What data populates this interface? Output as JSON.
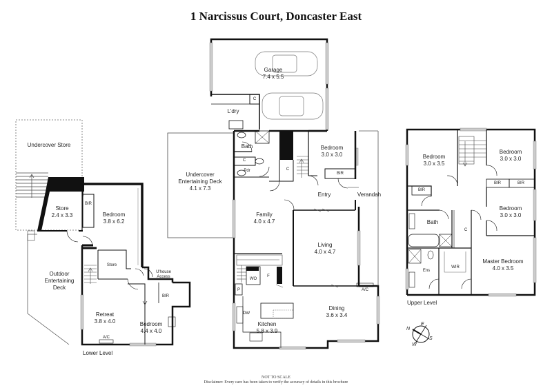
{
  "title": "1 Narcissus Court, Doncaster East",
  "levels": {
    "lower": "Lower Level",
    "upper": "Upper Level"
  },
  "rooms": {
    "undercover_store": {
      "name": "Undercover Store"
    },
    "store_lower": {
      "name": "Store",
      "size": "2.4 x 3.3"
    },
    "bedroom_lower_1": {
      "name": "Bedroom",
      "size": "3.8 x 6.2"
    },
    "bir_lower_1": {
      "name": "BIR"
    },
    "outdoor_deck": {
      "name": "Outdoor Entertaining Deck"
    },
    "store_small": {
      "name": "Store"
    },
    "uhouse_access": {
      "name": "U'house Access"
    },
    "retreat": {
      "name": "Retreat",
      "size": "3.8 x 4.0"
    },
    "ac_lower": {
      "name": "A/C"
    },
    "bedroom_lower_2": {
      "name": "Bedroom",
      "size": "4.4 x 4.0"
    },
    "bir_lower_2": {
      "name": "BIR"
    },
    "garage": {
      "name": "Garage",
      "size": "7.4 x 5.5"
    },
    "laundry": {
      "name": "L'dry"
    },
    "laundry_c": {
      "name": "C"
    },
    "bath_ground": {
      "name": "Bath"
    },
    "c_ground_1": {
      "name": "C"
    },
    "pdr": {
      "name": "Pdr"
    },
    "c_ground_2": {
      "name": "C"
    },
    "undercover_deck": {
      "name": "Undercover Entertaining Deck",
      "size": "4.1 x 7.3"
    },
    "bedroom_ground": {
      "name": "Bedroom",
      "size": "3.0 x 3.0"
    },
    "bir_ground": {
      "name": "BIR"
    },
    "entry": {
      "name": "Entry"
    },
    "verandah": {
      "name": "Verandah"
    },
    "family": {
      "name": "Family",
      "size": "4.0 x 4.7"
    },
    "living": {
      "name": "Living",
      "size": "4.0 x 4.7"
    },
    "wo": {
      "name": "WO"
    },
    "fridge": {
      "name": "F"
    },
    "pantry": {
      "name": "P"
    },
    "dw": {
      "name": "DW"
    },
    "kitchen": {
      "name": "Kitchen",
      "size": "5.8 x 3.9"
    },
    "dining": {
      "name": "Dining",
      "size": "3.6 x 3.4"
    },
    "ac_ground": {
      "name": "A/C"
    },
    "bedroom_up_1": {
      "name": "Bedroom",
      "size": "3.0 x 3.5"
    },
    "bedroom_up_2": {
      "name": "Bedroom",
      "size": "3.0 x 3.0"
    },
    "bedroom_up_3": {
      "name": "Bedroom",
      "size": "3.0 x 3.0"
    },
    "bir_up_1": {
      "name": "BIR"
    },
    "bir_up_2": {
      "name": "BIR"
    },
    "bir_up_3": {
      "name": "BIR"
    },
    "bath_up": {
      "name": "Bath"
    },
    "c_up": {
      "name": "C"
    },
    "ens": {
      "name": "Ens"
    },
    "wir": {
      "name": "WIR"
    },
    "master": {
      "name": "Master Bedroom",
      "size": "4.0 x 3.5"
    }
  },
  "compass": {
    "n": "N",
    "e": "E",
    "s": "S",
    "w": "W"
  },
  "footer": {
    "scale_note": "NOT TO SCALE",
    "disclaimer": "Disclaimer: Every care has been taken to verify the accuracy of details in this brochure"
  }
}
